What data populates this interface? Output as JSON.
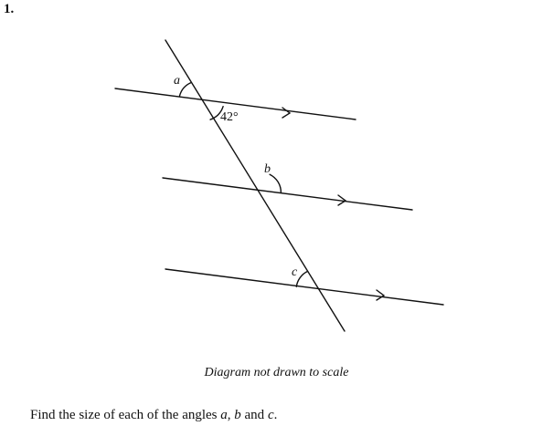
{
  "question": {
    "number": "1.",
    "text_prefix": "Find the size of each of the angles ",
    "var_a": "a",
    "sep_1": ", ",
    "var_b": "b",
    "sep_2": " and ",
    "var_c": "c",
    "text_suffix": "."
  },
  "diagram": {
    "angle_given": "42°",
    "angle_a": "a",
    "angle_b": "b",
    "angle_c": "c",
    "caption": "Diagram not drawn to scale"
  },
  "colors": {
    "line": "#111111",
    "background": "#ffffff"
  }
}
